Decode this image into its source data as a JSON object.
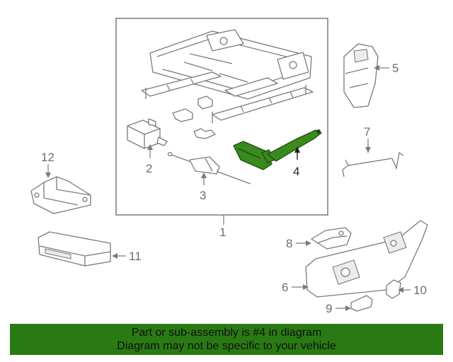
{
  "callouts": {
    "c1": "1",
    "c2": "2",
    "c3": "3",
    "c4": "4",
    "c5": "5",
    "c6": "6",
    "c7": "7",
    "c8": "8",
    "c9": "9",
    "c10": "10",
    "c11": "11",
    "c12": "12"
  },
  "highlighted_part": "4",
  "colors": {
    "highlight": "#3a8a1e",
    "banner_bg": "#2a7a14",
    "line": "#7a7a7a"
  },
  "banner": {
    "line1": "Part or sub-assembly is #4 in diagram",
    "line2": "Diagram may not be specific to your vehicle"
  }
}
